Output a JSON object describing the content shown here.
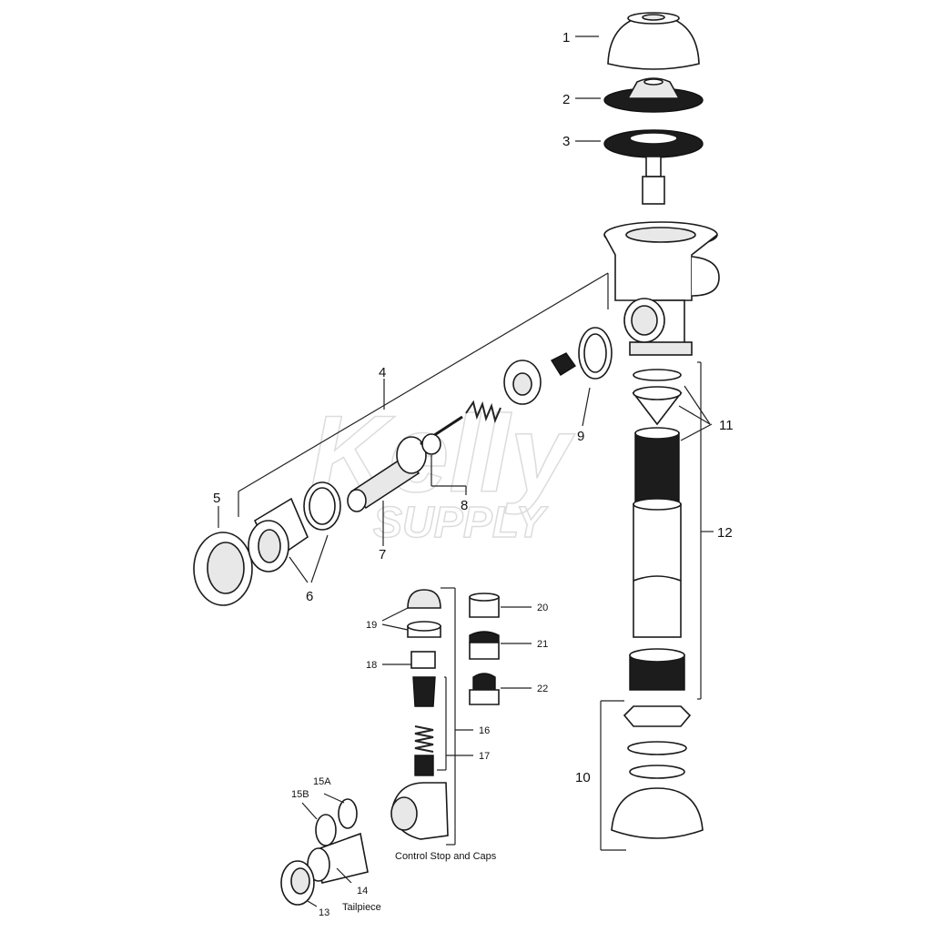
{
  "watermark": {
    "brand": "Kelly",
    "sub": "SUPPLY"
  },
  "labels": {
    "l1": "1",
    "l2": "2",
    "l3": "3",
    "l4": "4",
    "l5": "5",
    "l6": "6",
    "l7": "7",
    "l8": "8",
    "l9": "9",
    "l10": "10",
    "l11": "11",
    "l12": "12",
    "l13": "13",
    "l14": "14",
    "l15a": "15A",
    "l15b": "15B",
    "l16": "16",
    "l17": "17",
    "l18": "18",
    "l19": "19",
    "l20": "20",
    "l21": "21",
    "l22": "22"
  },
  "captions": {
    "control_stop": "Control Stop and Caps",
    "tailpiece": "Tailpiece"
  }
}
